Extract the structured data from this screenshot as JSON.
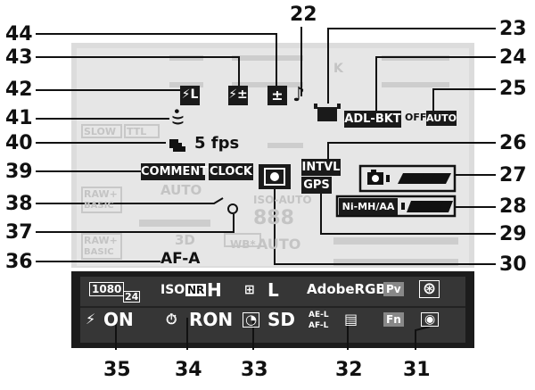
{
  "callouts": {
    "n22": "22",
    "n23": "23",
    "n24": "24",
    "n25": "25",
    "n26": "26",
    "n27": "27",
    "n28": "28",
    "n29": "29",
    "n30": "30",
    "n31": "31",
    "n32": "32",
    "n33": "33",
    "n34": "34",
    "n35": "35",
    "n36": "36",
    "n37": "37",
    "n38": "38",
    "n39": "39",
    "n40": "40",
    "n41": "41",
    "n42": "42",
    "n43": "43",
    "n44": "44"
  },
  "panel": {
    "flash_lock": "⚡L",
    "flash_comp": "⚡±",
    "exposure_comp": "±",
    "beep": "♪",
    "adl_bracket": "ADL-BKT",
    "iso_auto_off": "OFF",
    "iso_auto_auto": "AUTO",
    "wireless": "((•",
    "release_rate": "5 fps",
    "comment": "COMMENT",
    "clock": "CLOCK",
    "interval": "INTVL",
    "gps": "GPS",
    "nimh_aa": "Ni-MH/AA",
    "af_area_mode": "AF-A"
  },
  "ghost_text": {
    "slow": "SLOW",
    "ttl": "TTL",
    "raw_basic_1": "RAW+",
    "raw_basic_2": "BASIC",
    "raw_basic_3": "RAW+",
    "raw_basic_4": "BASIC",
    "auto": "AUTO",
    "iso_auto": "ISO-AUTO",
    "digits_888": "888",
    "wb": "WB*",
    "auto2": "AUTO",
    "three_d": "3D",
    "k": "K"
  },
  "info_bar": {
    "movie_quality": "1080",
    "movie_fps": "24",
    "iso_nr_prefix": "ISO",
    "iso_nr_badge": "NR",
    "iso_nr_value": "H",
    "picture_control_value": "L",
    "active_dlighting": "SD",
    "color_space": "AdobeRGB",
    "preview_badge": "Pv",
    "on_label": "ON",
    "long_nr": "RON",
    "aeaf_top": "AE-L",
    "aeaf_bottom": "AF-L",
    "fn_badge": "Fn"
  }
}
